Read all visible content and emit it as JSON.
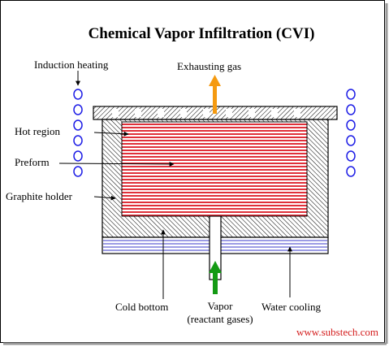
{
  "title": "Chemical Vapor Infiltration  (CVI)",
  "labels": {
    "induction_heating": "Induction heating",
    "exhausting_gas": "Exhausting gas",
    "hot_region": "Hot region",
    "preform": "Preform",
    "graphite_holder": "Graphite holder",
    "cold_bottom": "Cold bottom",
    "vapor_line1": "Vapor",
    "vapor_line2": "(reactant gases)",
    "water_cooling": "Water cooling"
  },
  "watermark": "www.substech.com",
  "colors": {
    "preform_lines": "#e0303a",
    "exhaust_arrow": "#f59a10",
    "vapor_arrow": "#149a14",
    "coil": "#1e1ee6",
    "cooling_lines": "#3a3ac8",
    "watermark": "#d41e1e",
    "hatch": "#000000"
  },
  "icons": [
    "coil-loop-icon",
    "up-arrow-icon",
    "pointer-arrow-icon"
  ]
}
